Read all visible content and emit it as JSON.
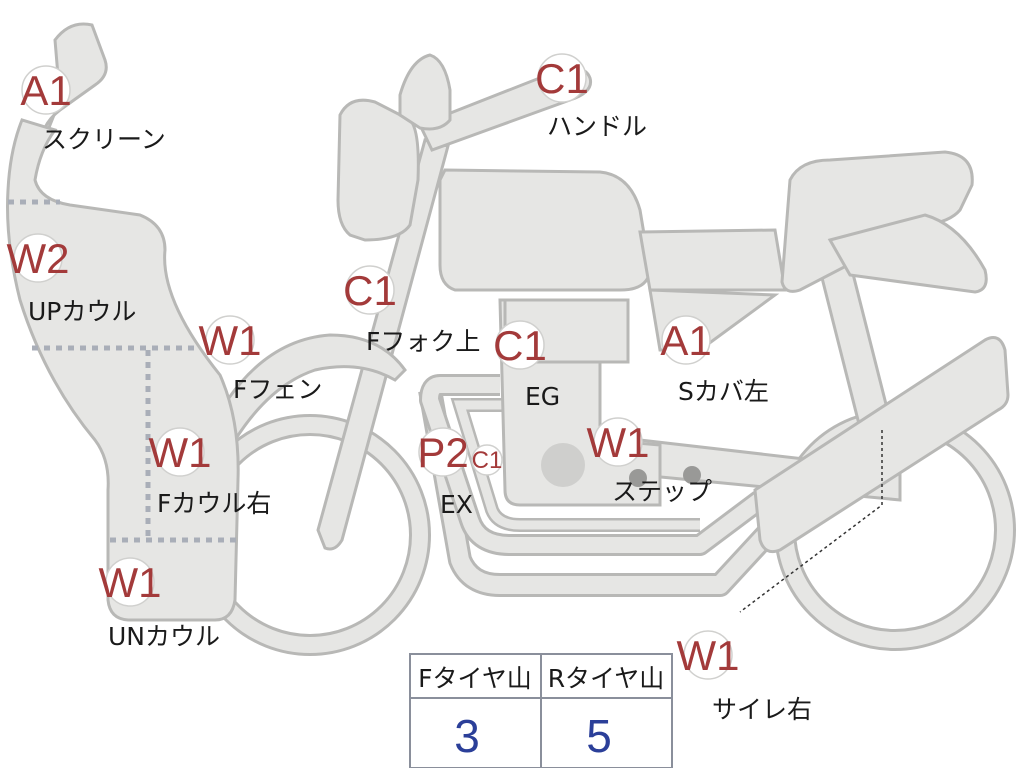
{
  "colors": {
    "code_red": "#a33a3a",
    "value_blue": "#2b3f99",
    "body_fill": "#e6e6e4",
    "outline": "#b8b8b6",
    "dotted": "#a9aeb8"
  },
  "markers": [
    {
      "code": "A1",
      "label": "スクリーン"
    },
    {
      "code": "C1",
      "label": "ハンドル"
    },
    {
      "code": "W2",
      "label": "UPカウル"
    },
    {
      "code": "C1",
      "label": "Fフォク上"
    },
    {
      "code": "W1",
      "label": "Fフェン"
    },
    {
      "code": "C1",
      "label": "EG"
    },
    {
      "code": "A1",
      "label": "Sカバ左"
    },
    {
      "code": "W1",
      "label": "Fカウル右"
    },
    {
      "code": "P2",
      "label": "EX"
    },
    {
      "code": "C1",
      "label": ""
    },
    {
      "code": "W1",
      "label": "ステップ"
    },
    {
      "code": "W1",
      "label": "UNカウル"
    },
    {
      "code": "W1",
      "label": "サイレ右"
    }
  ],
  "tire_table": {
    "headers": [
      "Fタイヤ山",
      "Rタイヤ山"
    ],
    "values": [
      "3",
      "5"
    ]
  }
}
